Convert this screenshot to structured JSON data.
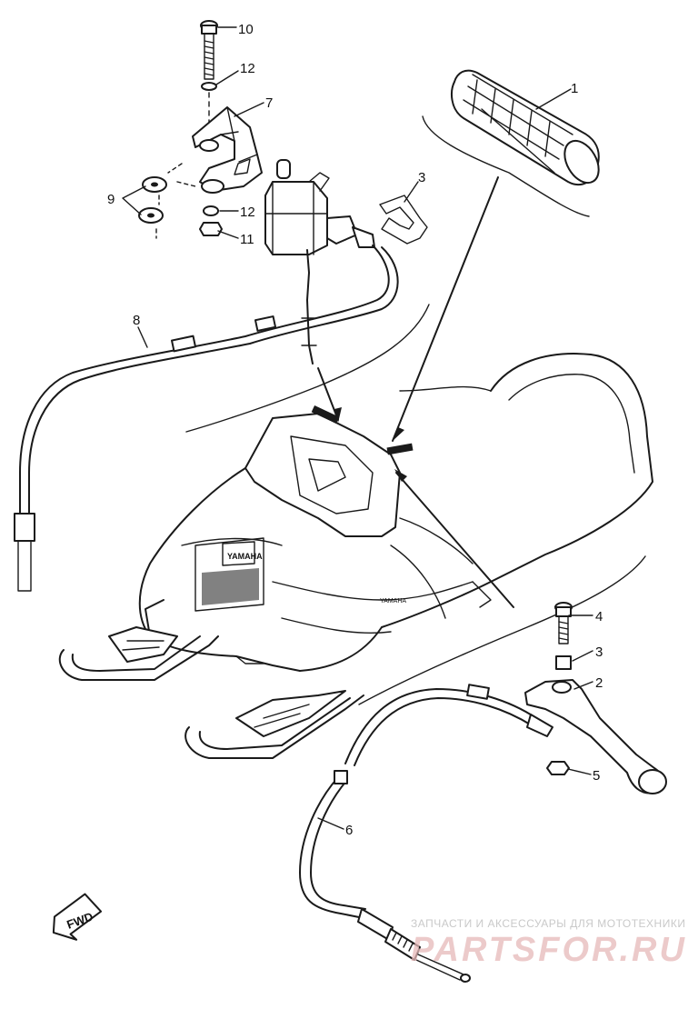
{
  "diagram": {
    "callouts": {
      "p1": "1",
      "p2": "2",
      "p3a": "3",
      "p3b": "3",
      "p4": "4",
      "p5": "5",
      "p6": "6",
      "p7": "7",
      "p8": "8",
      "p9": "9",
      "p10": "10",
      "p11": "11",
      "p12a": "12",
      "p12b": "12"
    },
    "fwd_label": "FWD",
    "hood_badge": "YAMAHA"
  },
  "watermark": {
    "line1": "ЗАПЧАСТИ И АКСЕССУАРЫ ДЛЯ МОТОТЕХНИКИ",
    "logo": "PARTSFOR.RU"
  }
}
